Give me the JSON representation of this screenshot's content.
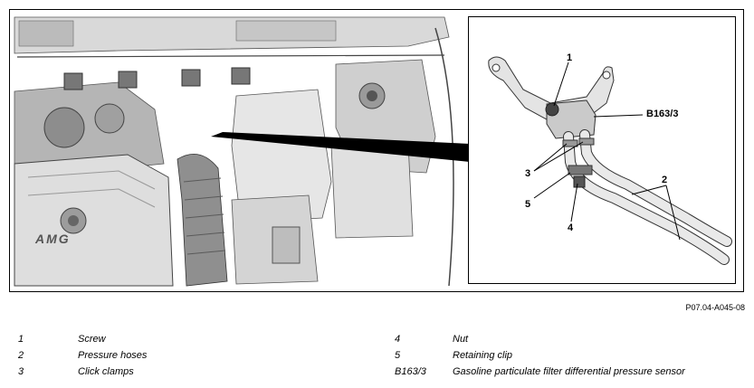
{
  "figure_id": "P07.04-A045-08",
  "callouts": {
    "c1": "1",
    "c2": "2",
    "c3": "3",
    "c4": "4",
    "c5": "5",
    "b163": "B163/3"
  },
  "engine_emblem": "AMG",
  "legend": [
    {
      "num": "1",
      "text": "Screw"
    },
    {
      "num": "2",
      "text": "Pressure hoses"
    },
    {
      "num": "3",
      "text": "Click clamps"
    },
    {
      "num": "4",
      "text": "Nut"
    },
    {
      "num": "5",
      "text": "Retaining clip"
    },
    {
      "num": "B163/3",
      "text": "Gasoline particulate filter differential pressure sensor"
    }
  ]
}
